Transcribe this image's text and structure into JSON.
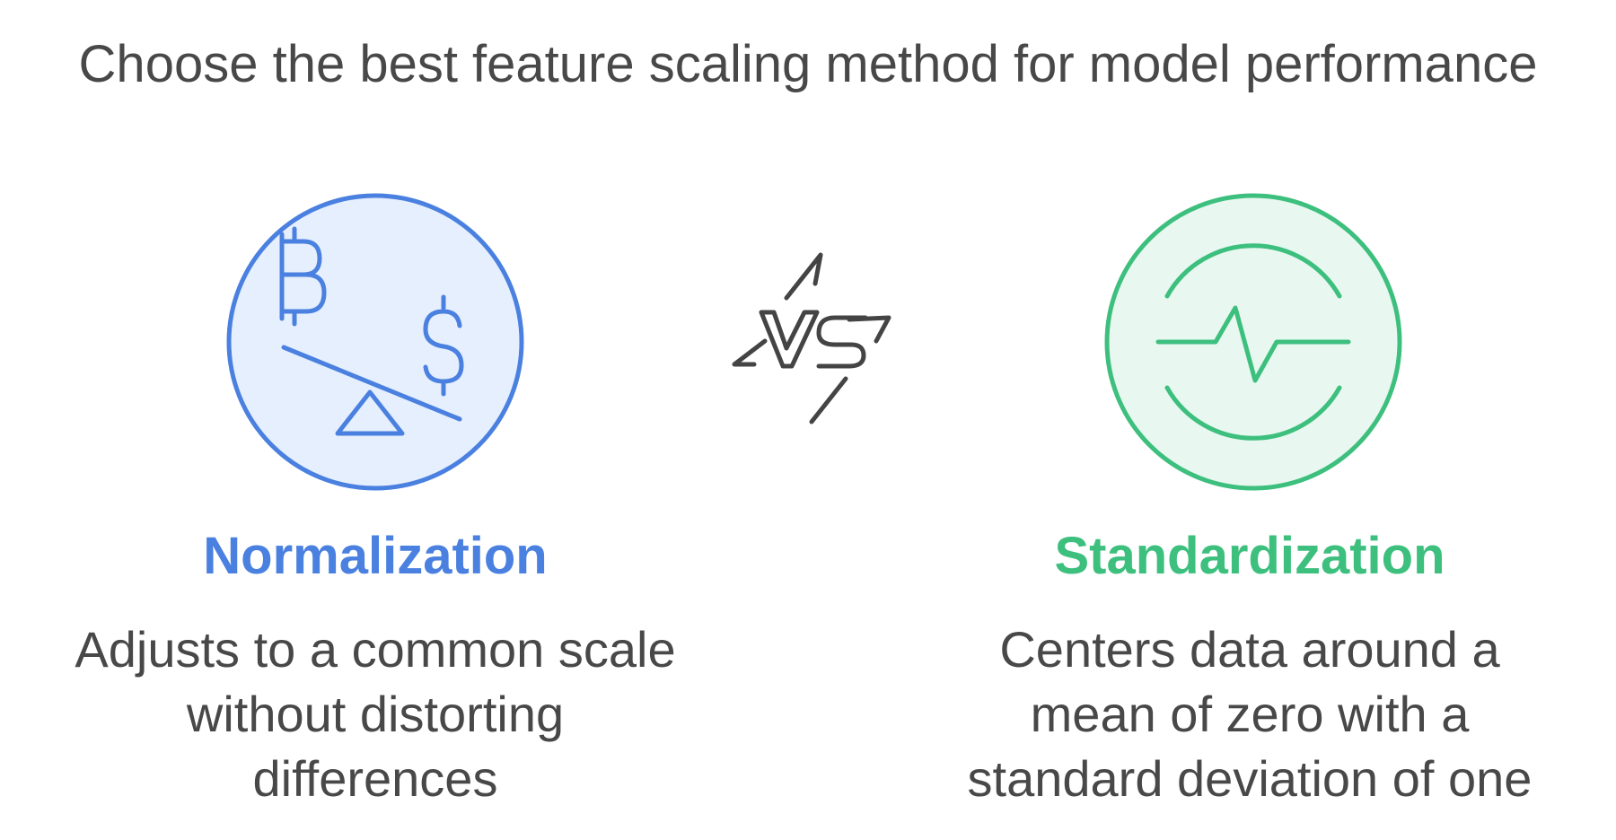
{
  "title": "Choose the best feature scaling method for model performance",
  "options": [
    {
      "name": "Normalization",
      "color": "#4a80e0",
      "fill": "#e6effd",
      "icon": "balance-scale-currency-icon",
      "description_lines": [
        "Adjusts to a common scale",
        "without distorting",
        "differences"
      ]
    },
    {
      "name": "Standardization",
      "color": "#3dbf7e",
      "fill": "#e8f8f0",
      "icon": "pulse-cycle-icon",
      "description_lines": [
        "Centers data around a",
        "mean of zero with a",
        "standard deviation of one"
      ]
    }
  ],
  "versus": {
    "label": "VS",
    "icon": "versus-lightning-icon",
    "color": "#444444"
  }
}
